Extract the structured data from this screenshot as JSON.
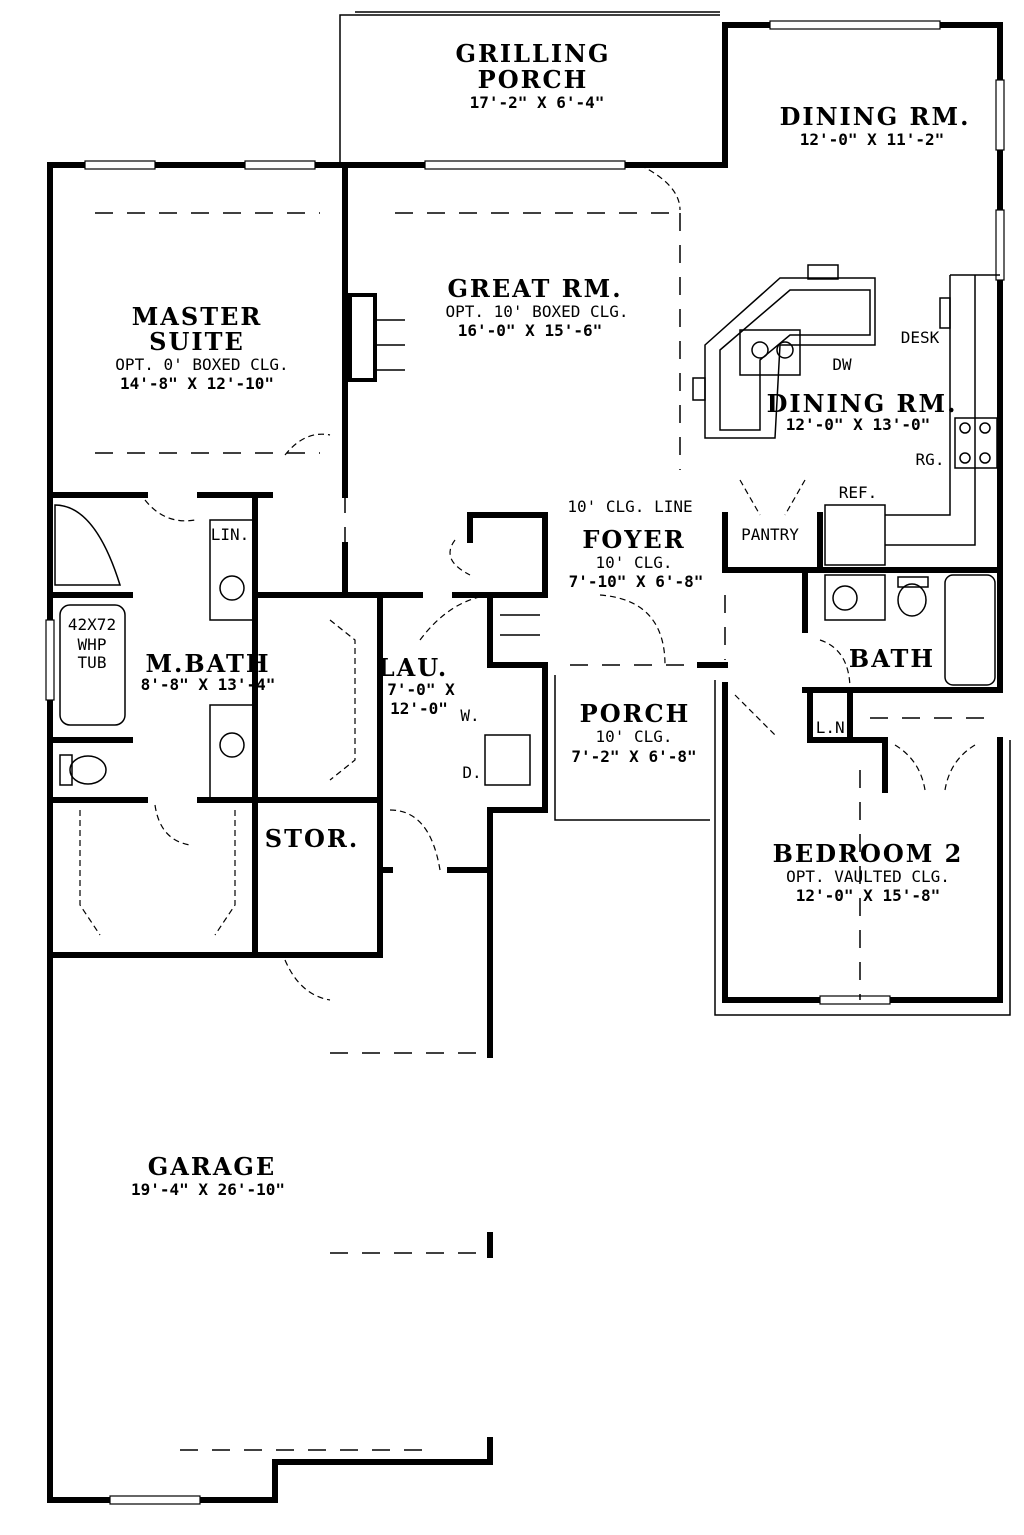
{
  "rooms": {
    "grilling_porch": {
      "name1": "GRILLING",
      "name2": "PORCH",
      "dims": "17'-2\" X 6'-4\""
    },
    "dining_top": {
      "name": "DINING RM.",
      "dims": "12'-0\" X 11'-2\""
    },
    "great_rm": {
      "name": "GREAT RM.",
      "note": "OPT. 10' BOXED CLG.",
      "dims": "16'-0\" X 15'-6\""
    },
    "master_suite": {
      "name1": "MASTER",
      "name2": "SUITE",
      "note": "OPT. 0' BOXED CLG.",
      "dims": "14'-8\" X 12'-10\""
    },
    "kitchen_dining": {
      "name": "DINING RM.",
      "dims": "12'-0\" X 13'-0\""
    },
    "foyer": {
      "name": "FOYER",
      "note": "10' CLG.",
      "dims": "7'-10\" X 6'-8\""
    },
    "m_bath": {
      "name": "M.BATH",
      "dims": "8'-8\" X 13'-4\""
    },
    "lau": {
      "name": "LAU.",
      "dims1": "7'-0\" X",
      "dims2": "12'-0\""
    },
    "porch": {
      "name": "PORCH",
      "note": "10' CLG.",
      "dims": "7'-2\" X 6'-8\""
    },
    "bath": {
      "name": "BATH"
    },
    "stor": {
      "name": "STOR."
    },
    "bedroom2": {
      "name": "BEDROOM 2",
      "note": "OPT. VAULTED CLG.",
      "dims": "12'-0\" X 15'-8\""
    },
    "garage": {
      "name": "GARAGE",
      "dims": "19'-4\" X 26'-10\""
    }
  },
  "labels": {
    "desk": "DESK",
    "dw": "DW",
    "rg": "RG.",
    "ref": "REF.",
    "pantry": "PANTRY",
    "clg_line": "10' CLG. LINE",
    "lin1": "LIN.",
    "lin2": "L.N.",
    "tub1": "42X72",
    "tub2": "WHP",
    "tub3": "TUB",
    "washer": "W.",
    "dryer": "D."
  }
}
